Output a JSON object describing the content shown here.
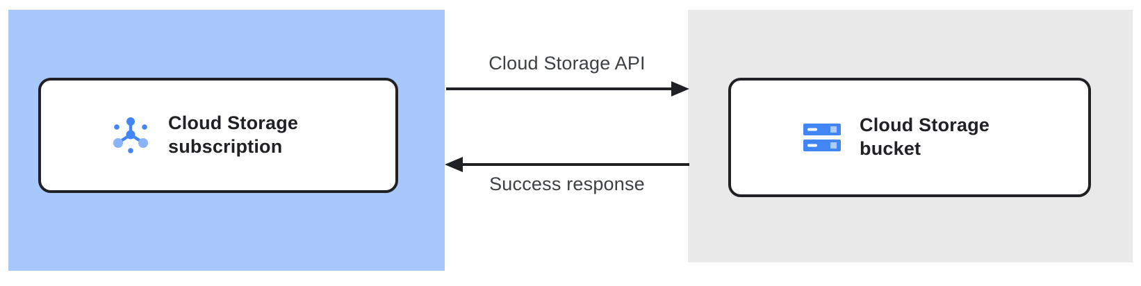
{
  "diagram": {
    "nodes": [
      {
        "label": "Cloud Storage subscription",
        "icon": "pubsub-icon"
      },
      {
        "label": "Cloud Storage bucket",
        "icon": "cloud-storage-icon"
      }
    ],
    "arrows": [
      {
        "label": "Cloud Storage API",
        "direction": "left-to-right"
      },
      {
        "label": "Success response",
        "direction": "right-to-left"
      }
    ]
  },
  "colors": {
    "left_region_bg": "#A8C7FA",
    "right_region_bg": "#E9E9E9",
    "card_bg": "#FFFFFF",
    "card_border": "#202124",
    "card_text": "#202124",
    "arrow": "#202124",
    "arrow_label_text": "#3C4043",
    "icon_blue": "#4285F4",
    "icon_light_blue": "#8AB4F8",
    "icon_pale_blue": "#AECBFA"
  }
}
